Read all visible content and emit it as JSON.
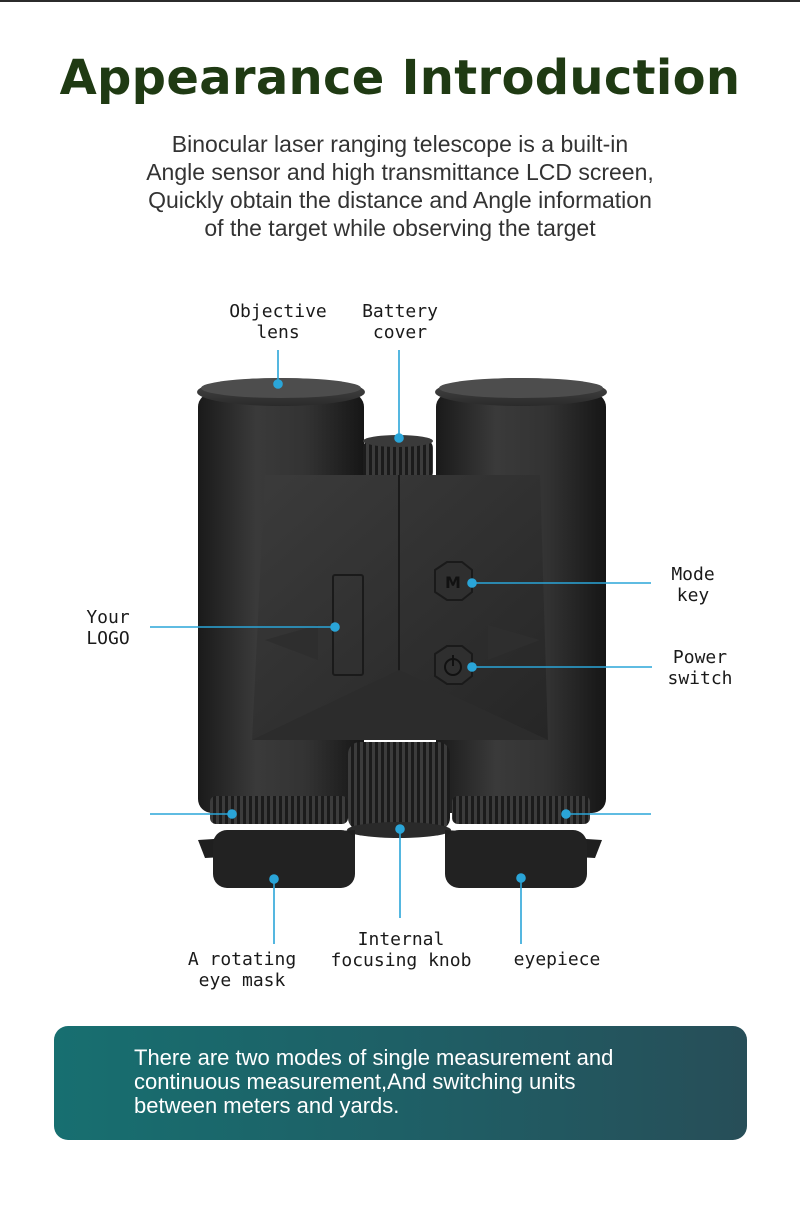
{
  "header": {
    "title": "Appearance Introduction",
    "description_lines": [
      "Binocular laser ranging telescope is a built-in",
      "Angle sensor and high transmittance LCD screen,",
      "Quickly obtain the distance and Angle information",
      "of the target while observing the target"
    ]
  },
  "callouts": {
    "objective_lens": [
      "Objective",
      "lens"
    ],
    "battery_cover": [
      "Battery",
      "cover"
    ],
    "mode_key": [
      "Mode",
      "key"
    ],
    "your_logo": [
      "Your",
      "LOGO"
    ],
    "power_switch": [
      "Power",
      "switch"
    ],
    "eye_mask": [
      "A rotating",
      "eye mask"
    ],
    "focusing_knob": [
      "Internal",
      "focusing knob"
    ],
    "eyepiece": "eyepiece"
  },
  "buttons": {
    "mode_key_glyph": "M"
  },
  "banner": {
    "lines": [
      "There are two modes of single measurement and",
      "continuous measurement,And switching units",
      "between meters and yards."
    ]
  },
  "colors": {
    "title": "#1f3a13",
    "callout_line": "#2aa5d8",
    "banner_start": "#176f70",
    "banner_end": "#274e58"
  }
}
